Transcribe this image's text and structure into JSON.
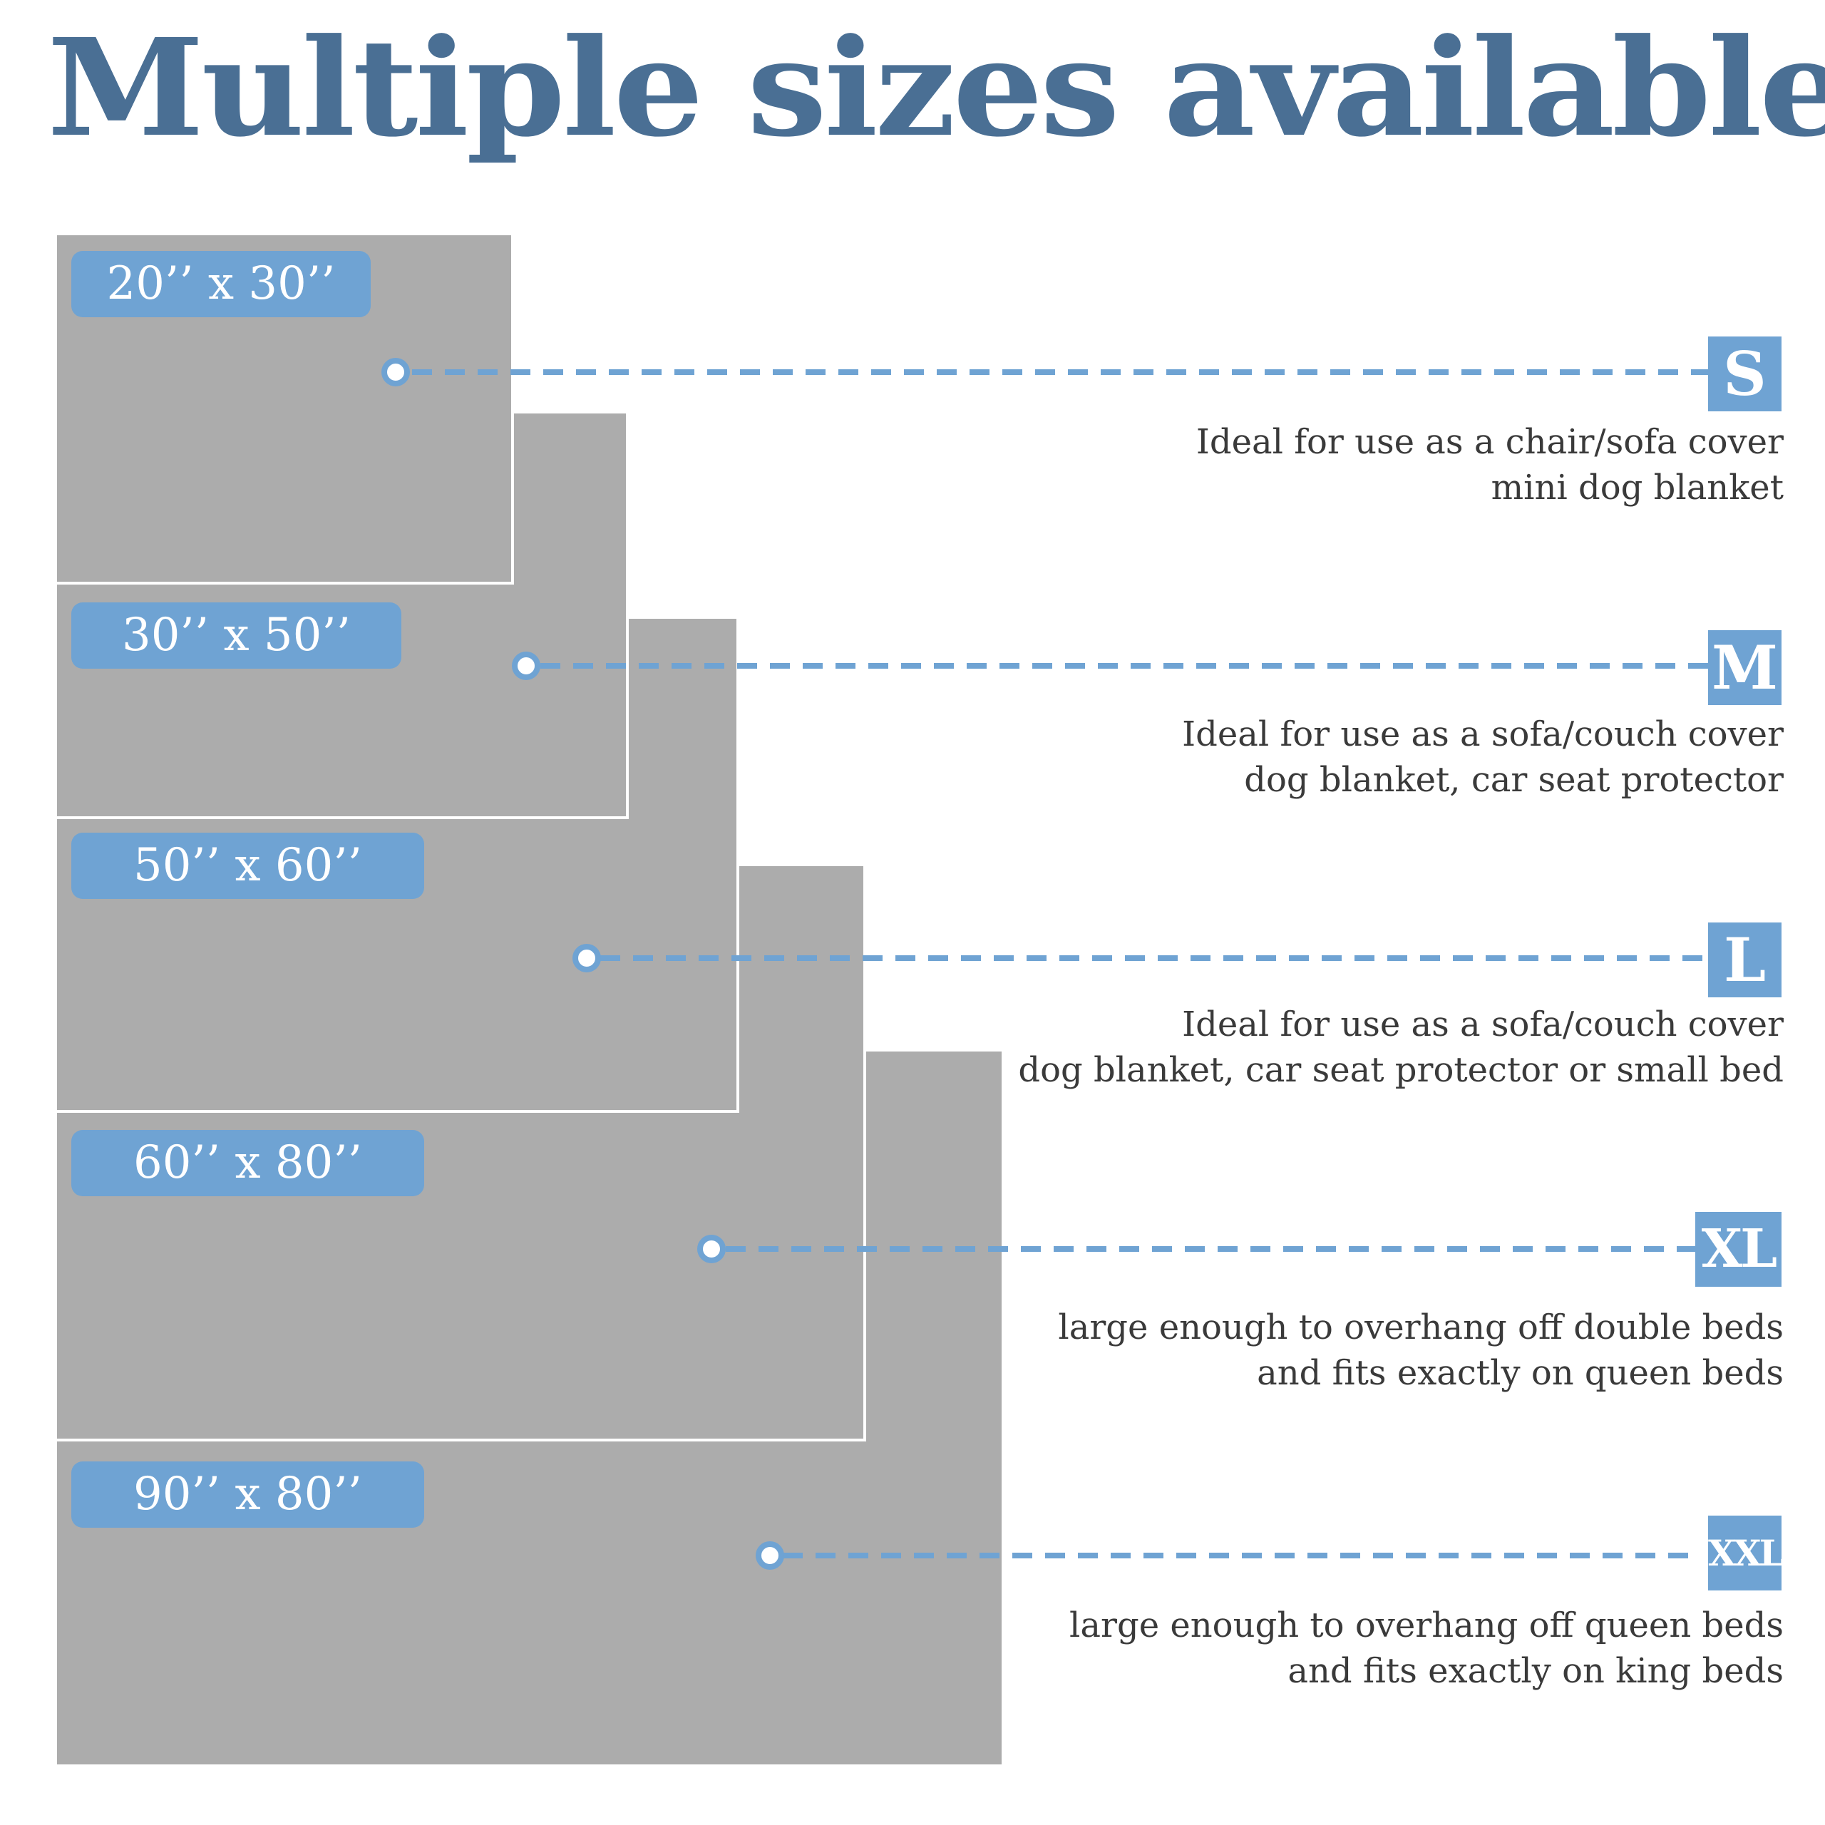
{
  "title": "Multiple sizes available",
  "colors": {
    "title": "#4a6f94",
    "accent": "#6fa3d3",
    "blanket": "#acacac",
    "text": "#3a3a3a"
  },
  "sizes": [
    {
      "dimension": "20’’ x 30’’",
      "badge": "S",
      "description": [
        "Ideal for use as a chair/sofa cover",
        "mini dog blanket"
      ]
    },
    {
      "dimension": "30’’ x 50’’",
      "badge": "M",
      "description": [
        "Ideal for use as a sofa/couch cover",
        "dog blanket, car seat protector"
      ]
    },
    {
      "dimension": "50’’ x 60’’",
      "badge": "L",
      "description": [
        "Ideal for use as a sofa/couch cover",
        "dog blanket, car seat protector or small bed"
      ]
    },
    {
      "dimension": "60’’ x 80’’",
      "badge": "XL",
      "description": [
        "large enough to overhang off double beds",
        "and fits exactly on queen beds"
      ]
    },
    {
      "dimension": "90’’ x 80’’",
      "badge": "XXL",
      "description": [
        "large enough to overhang off queen beds",
        "and fits exactly on king beds"
      ]
    }
  ]
}
